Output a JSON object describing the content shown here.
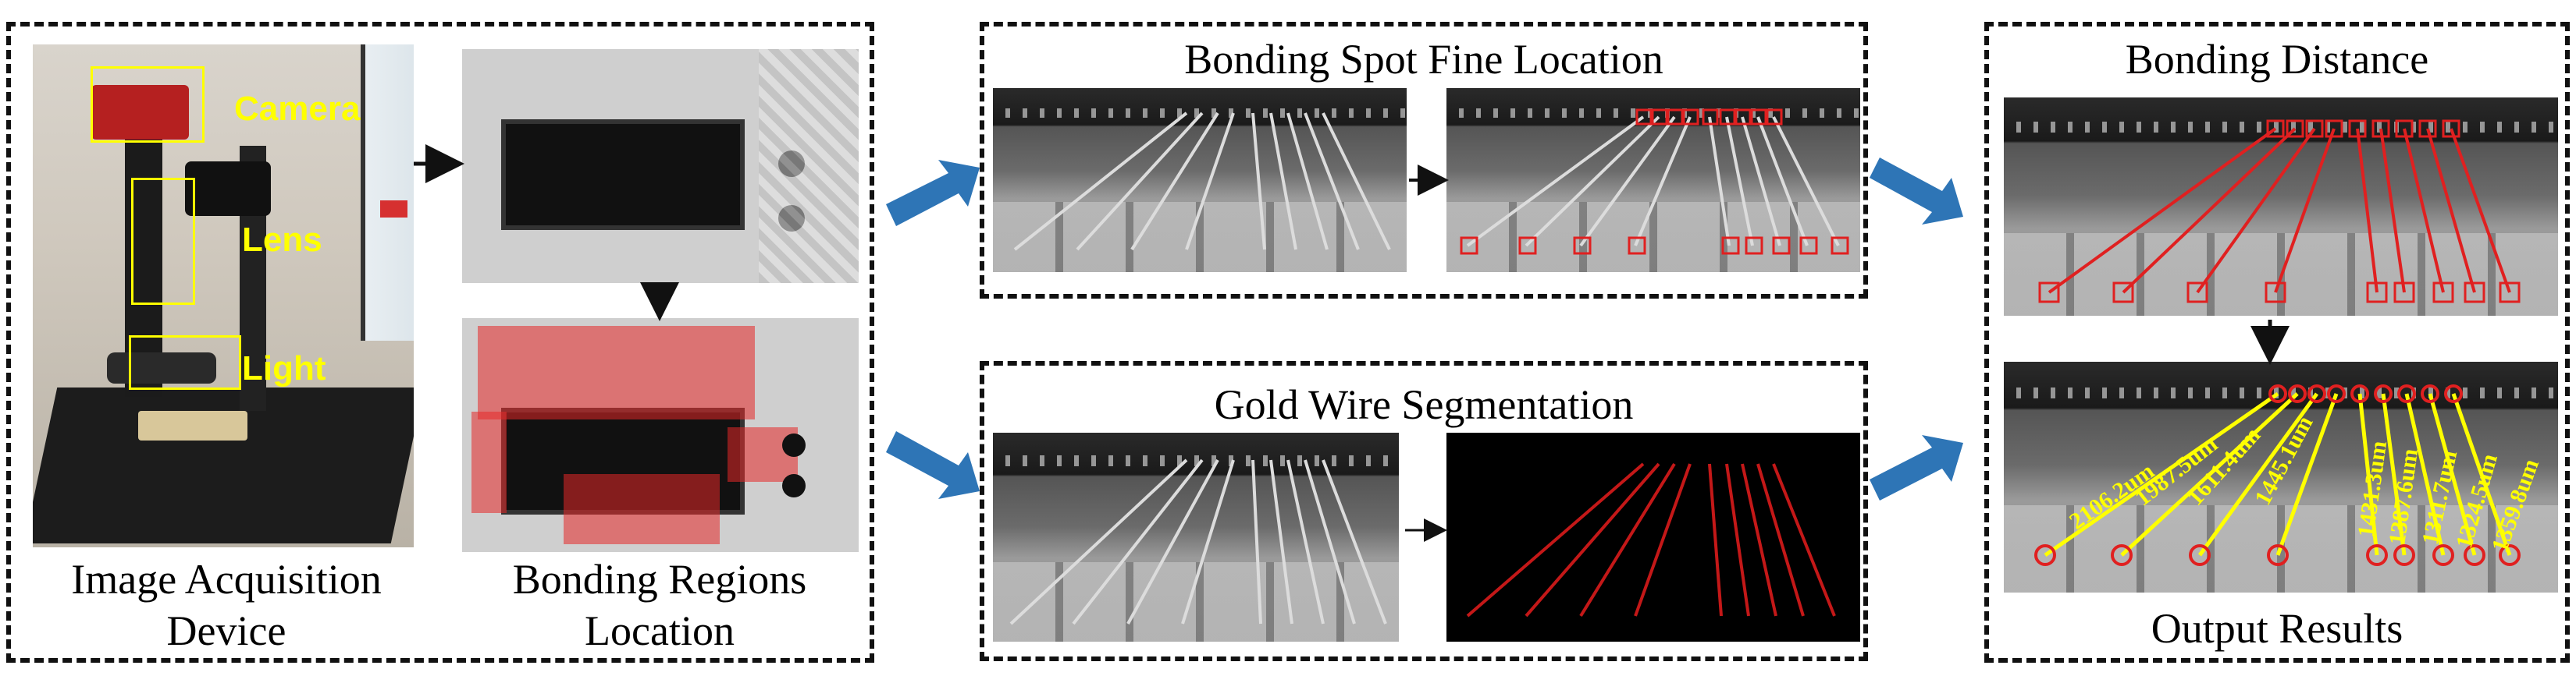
{
  "panels": {
    "acquisition": {
      "caption_line1": "Image Acquisition",
      "caption_line2": "Device",
      "labels": {
        "camera": "Camera",
        "lens": "Lens",
        "light": "Light"
      }
    },
    "regions": {
      "caption_line1": "Bonding Regions",
      "caption_line2": "Location"
    },
    "fine_location": {
      "title": "Bonding Spot Fine Location"
    },
    "segmentation": {
      "title": "Gold Wire Segmentation"
    },
    "distance": {
      "title": "Bonding Distance",
      "caption": "Output Results"
    }
  },
  "measurements": [
    "2106.2um",
    "1987.5um",
    "1611.4um",
    "1445.1um",
    "1431.3um",
    "1387.6um",
    "1311.7um",
    "1324.5um",
    "1359.8um"
  ],
  "colors": {
    "arrow_blue": "#2e75b6",
    "detection_red": "#e02020",
    "annotation_yellow": "#ffff00",
    "border": "#111111"
  }
}
